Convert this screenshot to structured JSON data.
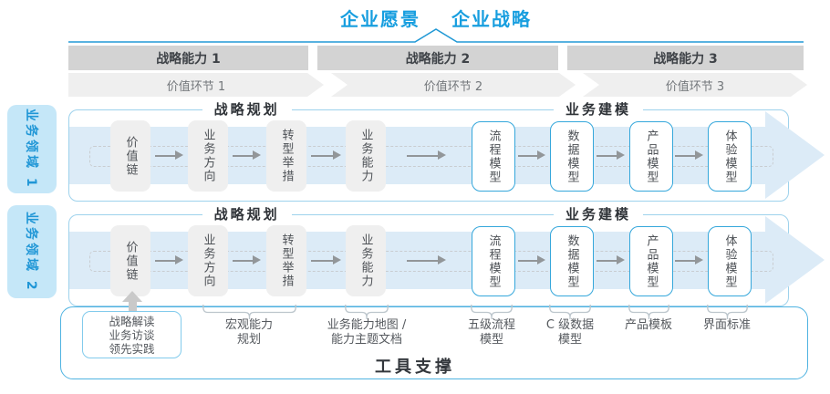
{
  "header": {
    "vision": "企业愿景",
    "strategy": "企业战略"
  },
  "strategic_capabilities": [
    "战略能力 1",
    "战略能力 2",
    "战略能力 3"
  ],
  "value_links": [
    "价值环节 1",
    "价值环节 2",
    "价值环节 3"
  ],
  "business_domains": [
    "业务领域 1",
    "业务领域 2"
  ],
  "panel": {
    "planning_title": "战略规划",
    "modeling_title": "业务建模",
    "boxes": [
      "价值链",
      "业务方向",
      "转型举措",
      "业务能力",
      "流程模型",
      "数据模型",
      "产品模型",
      "体验模型"
    ]
  },
  "annotations": {
    "inputs_box": "战略解读\n业务访谈\n领先实践",
    "macro_capability": "宏观能力\n规划",
    "capability_map": "业务能力地图 /\n能力主题文档",
    "process_model": "五级流程\n模型",
    "data_model": "C 级数据\n模型",
    "product_template": "产品模板",
    "ui_standard": "界面标准"
  },
  "tool_support": "工具支撑",
  "colors": {
    "accent_blue": "#179edf",
    "panel_border": "#9ed2ec",
    "model_box_border": "#35a7db",
    "band_fill": "#dcebf7",
    "bar_gray": "#d3d3d3",
    "chevron_gray": "#efefef",
    "domain_bg": "#c5e7f8",
    "tool_border": "#4fb3e1"
  }
}
